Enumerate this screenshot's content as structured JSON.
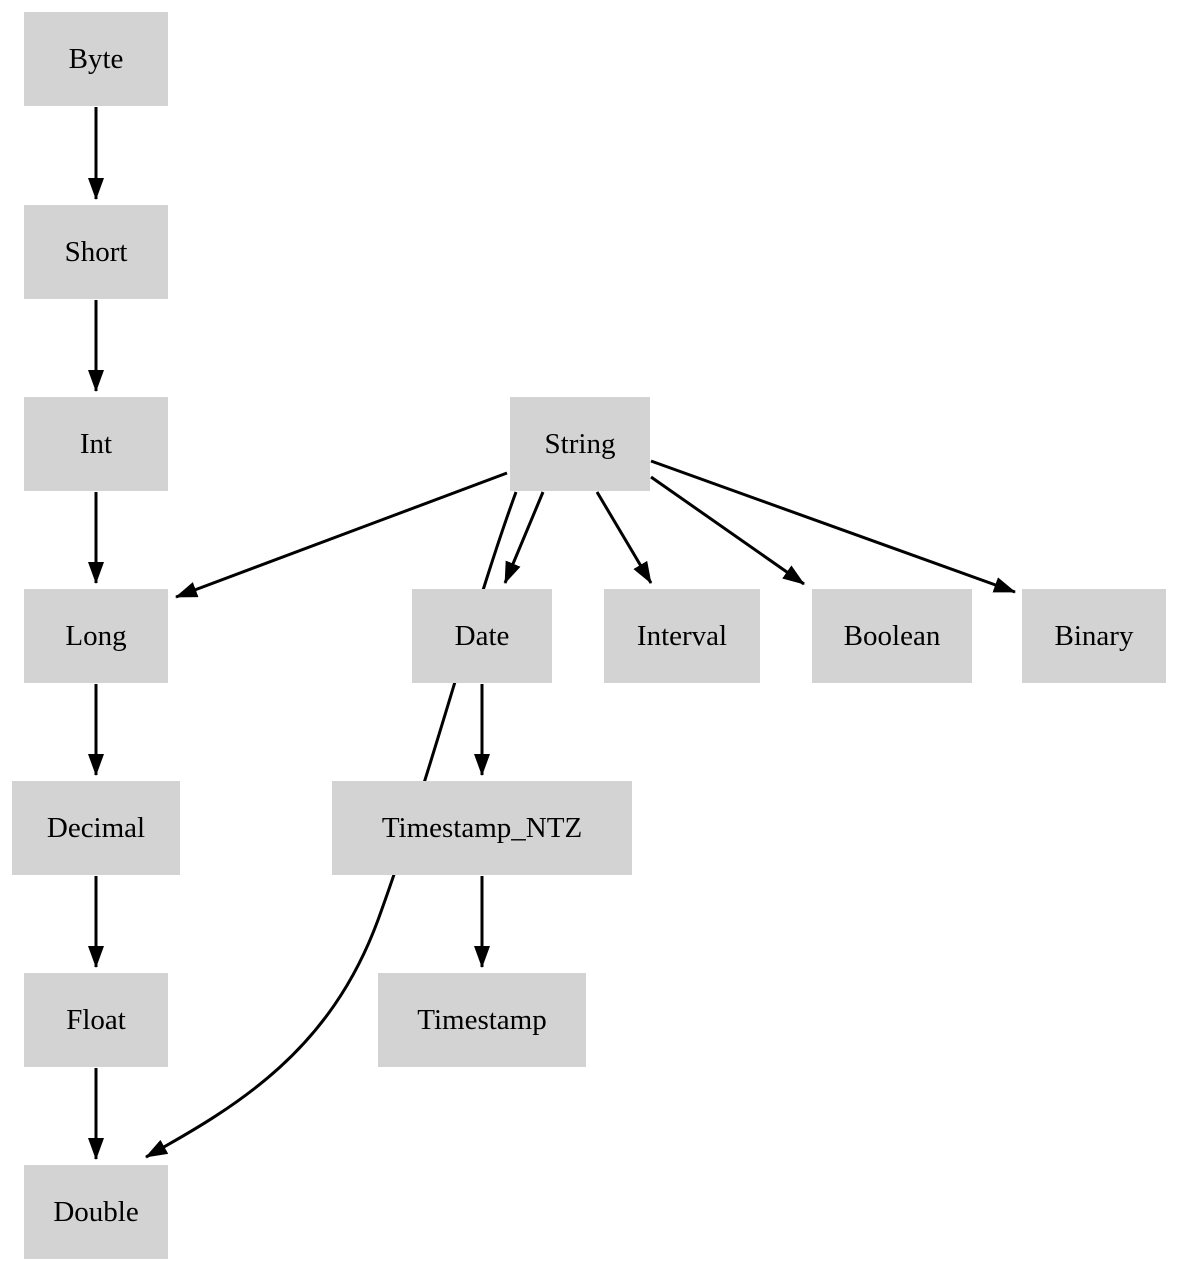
{
  "diagram": {
    "type": "directed-graph",
    "description": "Type coercion / promotion hierarchy diagram",
    "colors": {
      "background": "#ffffff",
      "node_fill": "#d3d3d3",
      "node_text": "#000000",
      "edge": "#000000"
    },
    "nodes": [
      {
        "id": "Byte",
        "label": "Byte"
      },
      {
        "id": "Short",
        "label": "Short"
      },
      {
        "id": "Int",
        "label": "Int"
      },
      {
        "id": "String",
        "label": "String"
      },
      {
        "id": "Long",
        "label": "Long"
      },
      {
        "id": "Date",
        "label": "Date"
      },
      {
        "id": "Interval",
        "label": "Interval"
      },
      {
        "id": "Boolean",
        "label": "Boolean"
      },
      {
        "id": "Binary",
        "label": "Binary"
      },
      {
        "id": "Decimal",
        "label": "Decimal"
      },
      {
        "id": "Timestamp_NTZ",
        "label": "Timestamp_NTZ"
      },
      {
        "id": "Float",
        "label": "Float"
      },
      {
        "id": "Timestamp",
        "label": "Timestamp"
      },
      {
        "id": "Double",
        "label": "Double"
      }
    ],
    "edges": [
      {
        "from": "Byte",
        "to": "Short"
      },
      {
        "from": "Short",
        "to": "Int"
      },
      {
        "from": "Int",
        "to": "Long"
      },
      {
        "from": "Long",
        "to": "Decimal"
      },
      {
        "from": "Decimal",
        "to": "Float"
      },
      {
        "from": "Float",
        "to": "Double"
      },
      {
        "from": "String",
        "to": "Long"
      },
      {
        "from": "String",
        "to": "Double"
      },
      {
        "from": "String",
        "to": "Date"
      },
      {
        "from": "String",
        "to": "Interval"
      },
      {
        "from": "String",
        "to": "Boolean"
      },
      {
        "from": "String",
        "to": "Binary"
      },
      {
        "from": "Date",
        "to": "Timestamp_NTZ"
      },
      {
        "from": "Timestamp_NTZ",
        "to": "Timestamp"
      }
    ]
  }
}
